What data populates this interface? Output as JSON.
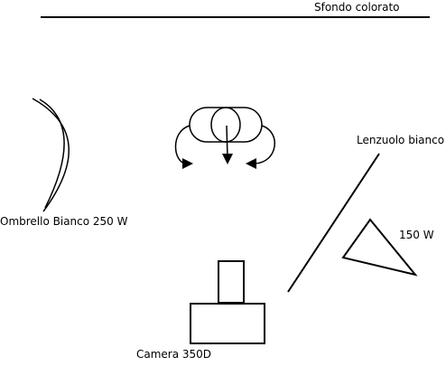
{
  "labels": {
    "background": "Sfondo colorato",
    "white_sheet": "Lenzuolo bianco",
    "umbrella": "Ombrello Bianco 250 W",
    "light_150": "150 W",
    "camera": "Camera 350D"
  },
  "colors": {
    "ink": "#000000",
    "paper": "#ffffff"
  }
}
